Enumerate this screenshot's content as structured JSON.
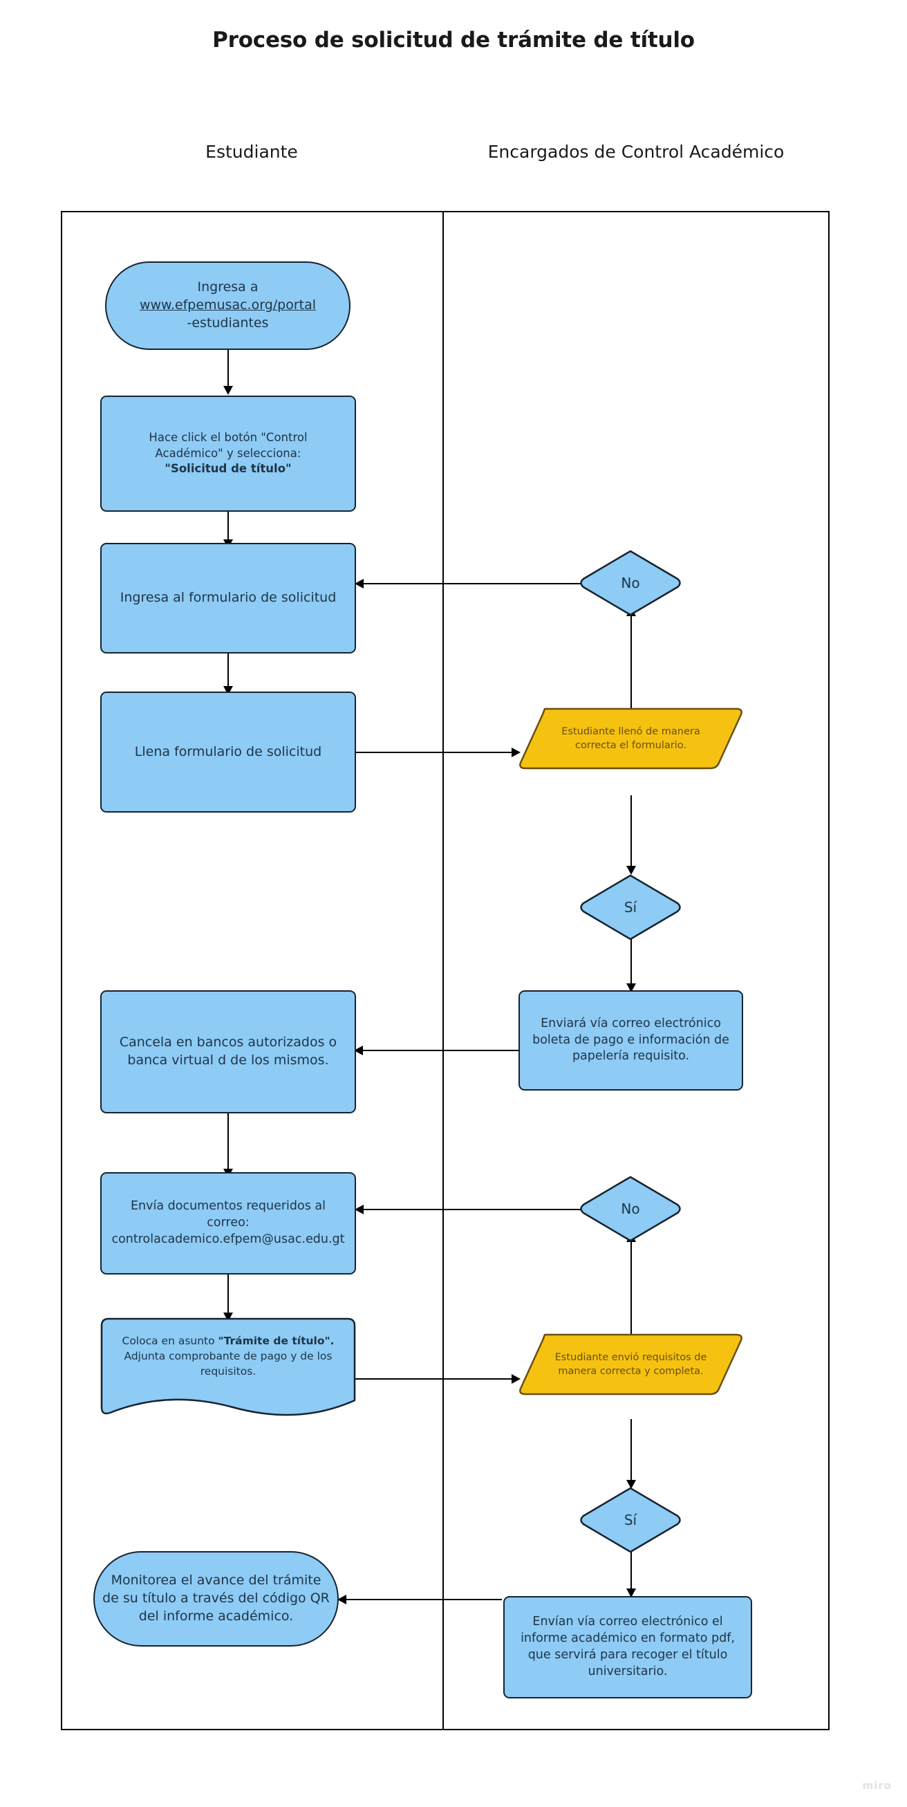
{
  "title": "Proceso de solicitud de trámite de título",
  "watermark": "miro",
  "lanes": [
    {
      "id": "estudiante",
      "label": "Estudiante"
    },
    {
      "id": "control-academico",
      "label": "Encargados de Control Académico"
    }
  ],
  "colors": {
    "process_fill": "#8ecbf5",
    "process_stroke": "#16232e",
    "decision_fill": "#8ecbf5",
    "data_fill": "#F5C211",
    "data_stroke": "#6b4f11",
    "text_blue": "#1d3446",
    "text_yellow": "#6b4f11",
    "frame_stroke": "#000000",
    "title_color": "#1a1a1a"
  },
  "nodes": {
    "start": {
      "shape": "terminator",
      "lane": "estudiante",
      "line1": "Ingresa a",
      "url": "www.efpemusac.org/portal",
      "line3": "-estudiantes"
    },
    "click_control": {
      "shape": "process",
      "lane": "estudiante",
      "line1": "Hace click el botón \"Control",
      "line2": "Académico\" y selecciona:",
      "bold": "\"Solicitud de título\""
    },
    "ingresa_formulario": {
      "shape": "process",
      "lane": "estudiante",
      "text": "Ingresa al formulario de solicitud"
    },
    "llena_formulario": {
      "shape": "process",
      "lane": "estudiante",
      "text": "Llena formulario de solicitud"
    },
    "decision_no_1": {
      "shape": "decision",
      "lane": "control-academico",
      "label": "No"
    },
    "check_formulario": {
      "shape": "data",
      "lane": "control-academico",
      "text": "Estudiante llenó de manera correcta el formulario."
    },
    "decision_si_1": {
      "shape": "decision",
      "lane": "control-academico",
      "label": "Sí"
    },
    "envia_boleta": {
      "shape": "process",
      "lane": "control-academico",
      "text": "Enviará vía correo electrónico boleta de pago e información de papelería requisito."
    },
    "cancela_bancos": {
      "shape": "process",
      "lane": "estudiante",
      "text": "Cancela en bancos autorizados o banca virtual d de los mismos."
    },
    "envia_documentos": {
      "shape": "process",
      "lane": "estudiante",
      "line1": "Envía documentos requeridos al",
      "line2": "correo:",
      "email": "controlacademico.efpem@usac.edu.gt"
    },
    "decision_no_2": {
      "shape": "decision",
      "lane": "control-academico",
      "label": "No"
    },
    "coloca_asunto": {
      "shape": "document",
      "lane": "estudiante",
      "pre": "Coloca en asunto ",
      "bold": "\"Trámite de título\".",
      "post": " Adjunta comprobante de pago y de los requisitos."
    },
    "check_requisitos": {
      "shape": "data",
      "lane": "control-academico",
      "text": "Estudiante envió requisitos de manera correcta y completa."
    },
    "decision_si_2": {
      "shape": "decision",
      "lane": "control-academico",
      "label": "Sí"
    },
    "envian_informe": {
      "shape": "process",
      "lane": "control-academico",
      "text": "Envían vía correo electrónico el informe académico en formato pdf, que servirá para recoger el título universitario."
    },
    "monitorea": {
      "shape": "terminator",
      "lane": "estudiante",
      "text": "Monitorea el avance del trámite de su título a través del código QR del informe académico."
    }
  }
}
